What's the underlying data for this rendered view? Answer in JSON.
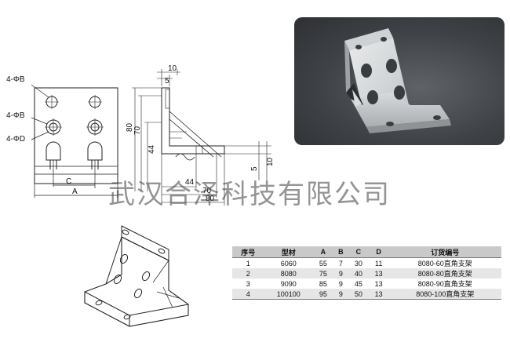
{
  "drawing": {
    "front_view": {
      "labels": {
        "hole_b_top": "4-ΦB",
        "hole_b_mid": "4-ΦB",
        "hole_d": "4-ΦD",
        "dim_c": "C",
        "dim_a": "A"
      }
    },
    "side_view": {
      "labels": {
        "dim_10_top": "10",
        "dim_5_top": "5",
        "dim_80_vert": "80",
        "dim_70_vert": "70",
        "dim_44_vert": "44",
        "dim_5_right": "5",
        "dim_10_right": "10",
        "dim_44_horiz": "44",
        "dim_70_horiz": "70",
        "dim_80_horiz": "80"
      }
    }
  },
  "watermark": "武汉合泽科技有限公司",
  "spec_table": {
    "headers": [
      "序号",
      "型材",
      "A",
      "B",
      "C",
      "D",
      "订货编号"
    ],
    "rows": [
      [
        "1",
        "6060",
        "55",
        "7",
        "30",
        "11",
        "8080-60直角支架"
      ],
      [
        "2",
        "8080",
        "75",
        "9",
        "40",
        "13",
        "8080-80直角支架"
      ],
      [
        "3",
        "9090",
        "85",
        "9",
        "45",
        "13",
        "8080-90直角支架"
      ],
      [
        "4",
        "100100",
        "95",
        "9",
        "50",
        "13",
        "8080-100直角支架"
      ]
    ]
  }
}
